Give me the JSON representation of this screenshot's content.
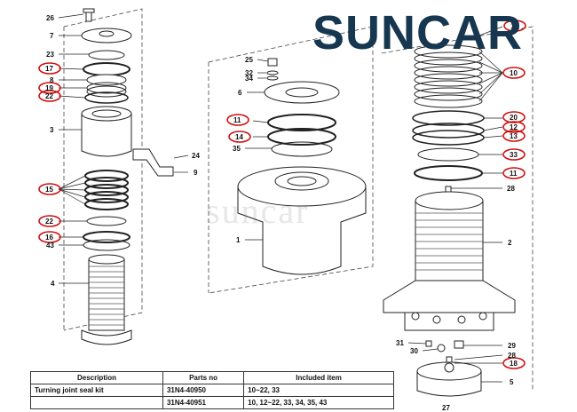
{
  "logo": {
    "text": "SUNCAR"
  },
  "watermark": "suncar",
  "labels": {
    "l26": "26",
    "l7": "7",
    "l23": "23",
    "l17": "17",
    "l8": "8",
    "l19": "19",
    "l22a": "22",
    "l3": "3",
    "l24": "24",
    "l9": "9",
    "l15": "15",
    "l22b": "22",
    "l16": "16",
    "l43": "43",
    "l4": "4",
    "l25": "25",
    "l32": "32",
    "l34": "34",
    "l6": "6",
    "l11a": "11",
    "l14": "14",
    "l35": "35",
    "l1": "1",
    "l11b": "11",
    "l10": "10",
    "l20": "20",
    "l12": "12",
    "l13": "13",
    "l33": "33",
    "l11c": "11",
    "l28a": "28",
    "l2": "2",
    "l31": "31",
    "l30": "30",
    "l29": "29",
    "l28b": "28",
    "l18": "18",
    "l5": "5",
    "l27": "27"
  },
  "table": {
    "headers": [
      "Description",
      "Parts no",
      "Included item"
    ],
    "rows": [
      {
        "desc": "Turning joint seal kit",
        "part": "31N4-40950",
        "items": "10~22, 33"
      },
      {
        "desc": "",
        "part": "31N4-40951",
        "items": "10, 12~22, 33, 34, 35, 43"
      }
    ]
  },
  "colors": {
    "logo": "#16374f",
    "accent": "#d01010",
    "ink": "#111111"
  }
}
